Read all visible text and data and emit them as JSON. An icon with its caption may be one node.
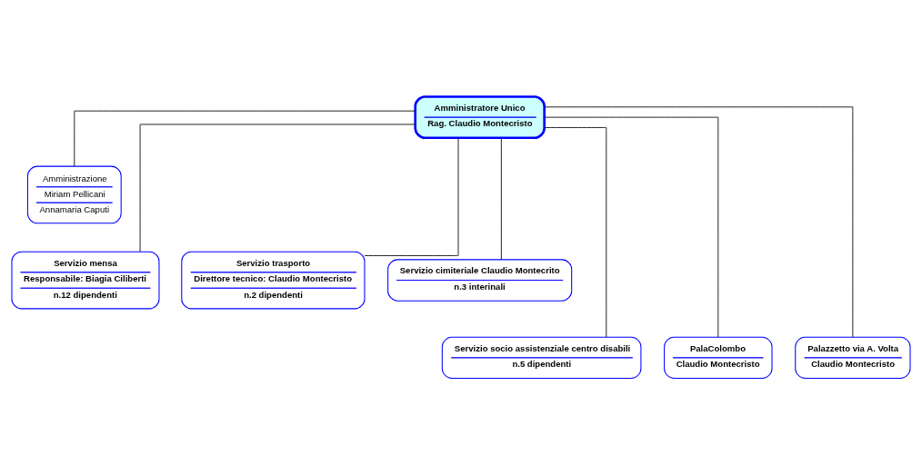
{
  "diagram": {
    "nodes": [
      {
        "text": [
          "Amministratore Unico",
          "Rag. Claudio Montecristo"
        ]
      },
      {
        "text": [
          "Amministrazione",
          "Miriam Pellicani",
          "Annamaria Caputi"
        ]
      },
      {
        "text": [
          "Servizio mensa",
          "Responsabile: Biagia Ciliberti",
          "n.12 dipendenti"
        ]
      },
      {
        "text": [
          "Servizio trasporto",
          "Direttore tecnico: Claudio Montecristo",
          "n.2 dipendenti"
        ]
      },
      {
        "text": [
          "Servizio cimiteriale Claudio Montecrito",
          "n.3 interinali"
        ]
      },
      {
        "text": [
          "Servizio socio assistenziale centro disabili",
          "n.5 dipendenti"
        ]
      },
      {
        "text": [
          "PalaColombo",
          "Claudio Montecristo"
        ]
      },
      {
        "text": [
          "Palazzetto via A. Volta",
          "Claudio Montecristo"
        ]
      }
    ],
    "edges": [
      {
        "from": 0,
        "to": 1,
        "arrow": "none"
      },
      {
        "from": 0,
        "to": 2,
        "arrow": "none"
      },
      {
        "from": 0,
        "to": 3,
        "arrow": "none"
      },
      {
        "from": 0,
        "to": 4,
        "arrow": "none"
      },
      {
        "from": 0,
        "to": 5,
        "arrow": "none"
      },
      {
        "from": 0,
        "to": 6,
        "arrow": "none"
      },
      {
        "from": 0,
        "to": 7,
        "arrow": "none"
      }
    ]
  }
}
